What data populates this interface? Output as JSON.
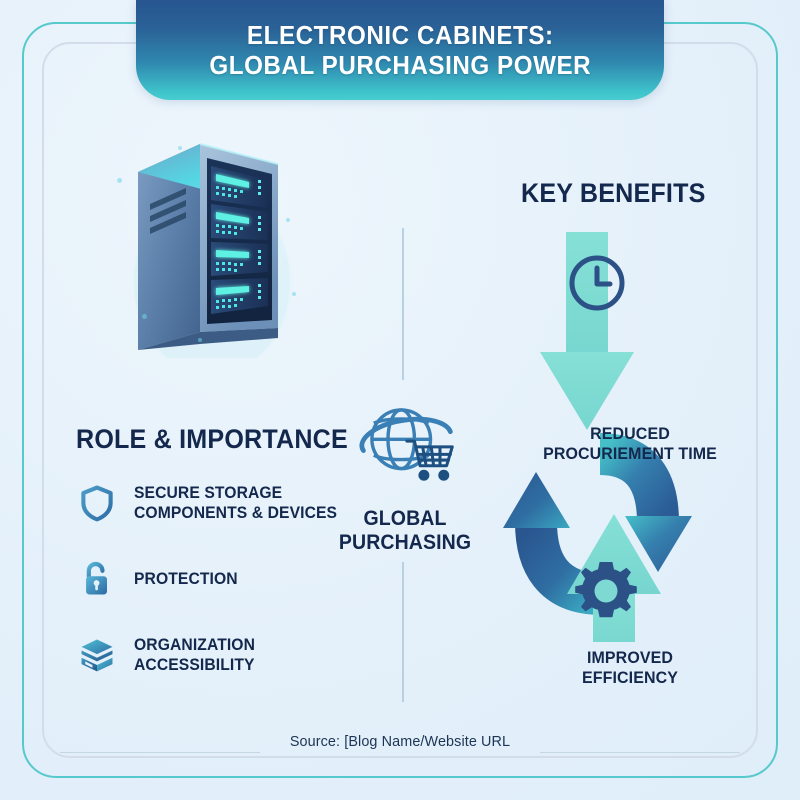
{
  "banner": {
    "title_line1": "ELECTRONIC CABINETS:",
    "title_line2": "GLOBAL PURCHASING POWER",
    "gradient_top": "#27558f",
    "gradient_bottom": "#47cdd0"
  },
  "frame": {
    "outer_color": "#55c9cb",
    "inner_color": "#d3dcea",
    "background": "#e4f0fa"
  },
  "left_section": {
    "heading": "ROLE & IMPORTANCE",
    "items": [
      {
        "icon": "shield-icon",
        "label": "SECURE STORAGE\nCOMPONENTS & DEVICES"
      },
      {
        "icon": "lock-icon",
        "label": "PROTECTION"
      },
      {
        "icon": "layers-icon",
        "label": "ORGANIZATION\nACCESSIBILITY"
      }
    ]
  },
  "center_section": {
    "icon": "globe-cart-icon",
    "caption": "GLOBAL\nPURCHASING"
  },
  "right_section": {
    "heading": "KEY BENEFITS",
    "benefits": [
      {
        "icon": "clock-icon",
        "caption": "REDUCED\nPROCURIEMENT TIME",
        "arrow_direction": "down",
        "arrow_color": "#7fdcd4"
      },
      {
        "icon": "gear-icon",
        "caption": "IMPROVED\nEFFICIENCY",
        "arrow_direction": "up",
        "arrow_color": "#7fdcd4"
      }
    ],
    "curve_arrow_color_start": "#3fb8c4",
    "curve_arrow_color_end": "#2b5c96"
  },
  "illustration": {
    "name": "server-cabinet-icon",
    "units": 4
  },
  "footer": {
    "source": "Source: [Blog Name/Website URL"
  },
  "palette": {
    "navy": "#13284c",
    "blue": "#2b5c96",
    "teal": "#55c9cb",
    "mint": "#7fdcd4",
    "icon_blue": "#3a7fb5"
  }
}
